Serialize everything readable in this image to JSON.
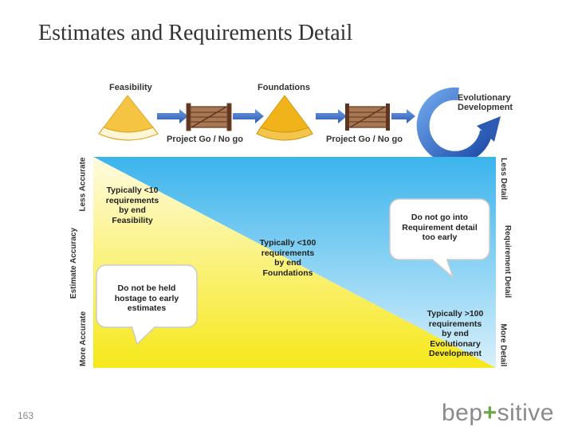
{
  "slide": {
    "title": "Estimates and Requirements Detail",
    "page_number": "163"
  },
  "process": {
    "stage_feasibility": "Feasibility",
    "stage_foundations": "Foundations",
    "gate_1": "Project Go / No go",
    "gate_2": "Project Go / No go",
    "evolutionary_line1": "Evolutionary",
    "evolutionary_line2": "Development"
  },
  "diagram": {
    "left_axis": {
      "top": "Less Accurate",
      "middle": "Estimate Accuracy",
      "bottom": "More Accurate"
    },
    "right_axis": {
      "top": "Less Detail",
      "middle": "Requirement Detail",
      "bottom": "More Detail"
    },
    "text_feasibility": [
      "Typically <10",
      "requirements",
      "by end",
      "Feasibility"
    ],
    "text_foundations": [
      "Typically <100",
      "requirements",
      "by end",
      "Foundations"
    ],
    "text_evolutionary": [
      "Typically >100",
      "requirements",
      "by end",
      "Evolutionary",
      "Development"
    ],
    "bubble_estimates": [
      "Do not be held",
      "hostage to early",
      "estimates"
    ],
    "bubble_requirements": [
      "Do not go into",
      "Requirement detail",
      "too early"
    ]
  },
  "colors": {
    "sky_blue": "#3bb4ec",
    "sun_yellow": "#f6e81a",
    "gate_brown": "#7a4a2c",
    "arrow_blue": "#3a6fc4",
    "cone_yellow": "#f0b31a",
    "brand_green": "#6aa74a"
  },
  "brand": {
    "prefix": "bep",
    "plus": "+",
    "suffix": "sitive"
  }
}
